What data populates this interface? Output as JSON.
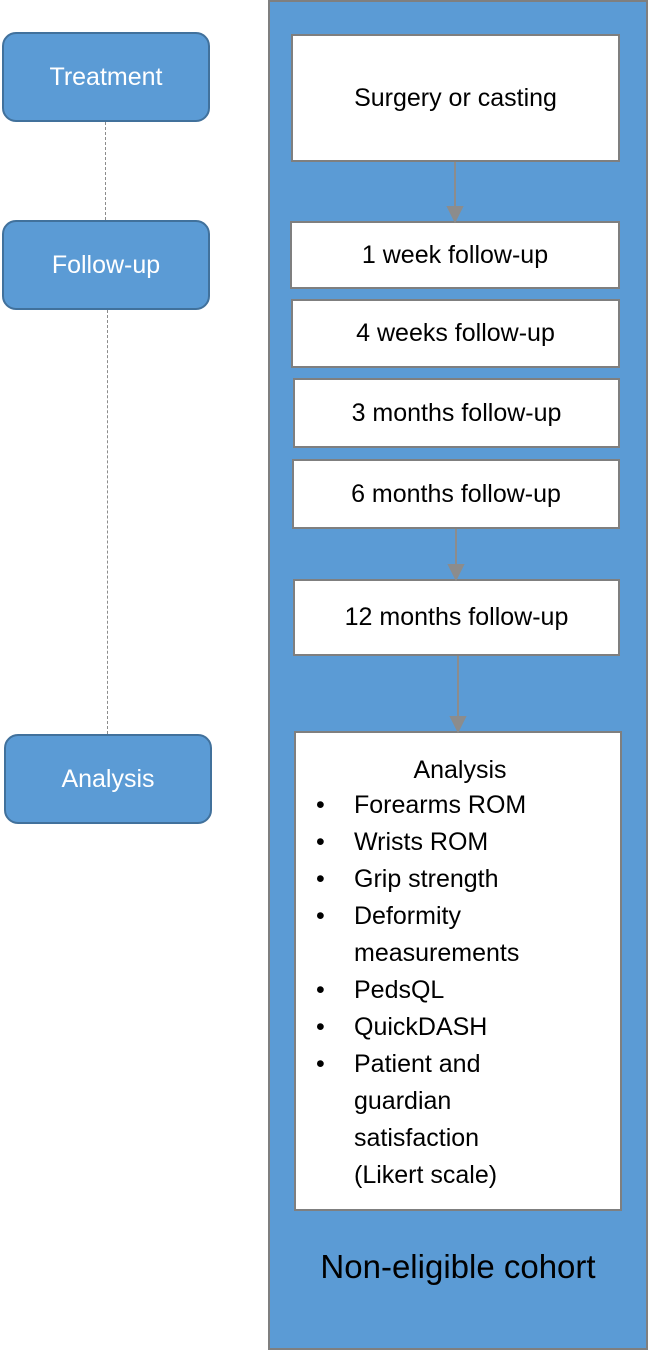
{
  "stages": {
    "treatment": "Treatment",
    "follow_up": "Follow-up",
    "analysis": "Analysis"
  },
  "steps": {
    "surgery": "Surgery or casting",
    "week1": "1 week follow-up",
    "week4": "4 weeks follow-up",
    "month3": "3 months follow-up",
    "month6": "6 months follow-up",
    "month12": "12 months follow-up"
  },
  "analysis_box": {
    "title": "Analysis",
    "items": [
      "Forearms ROM",
      "Wrists ROM",
      "Grip strength",
      "Deformity measurements",
      "PedsQL",
      "QuickDASH",
      "Patient and guardian satisfaction (Likert scale)"
    ]
  },
  "cohort": {
    "label": "Non-eligible cohort"
  },
  "colors": {
    "stage_fill": "#5b9bd5",
    "stage_border": "#41719c",
    "cohort_fill": "#5b9bd5",
    "box_fill": "#ffffff",
    "border_gray": "#7f7f7f",
    "arrow_gray": "#8c8c8c"
  }
}
